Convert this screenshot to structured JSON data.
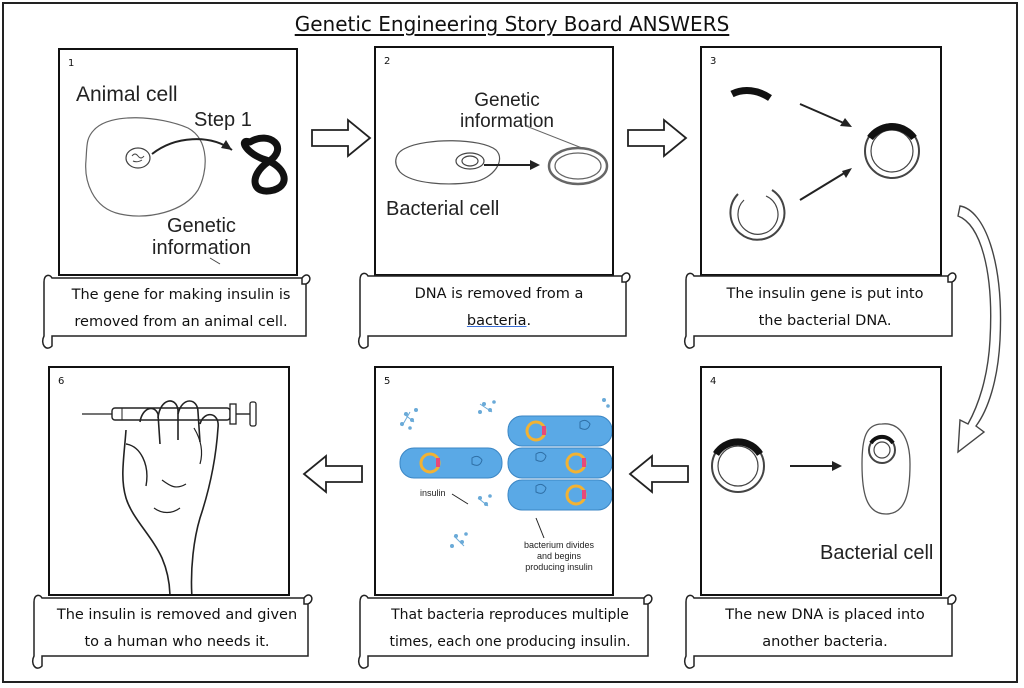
{
  "title": "Genetic Engineering Story Board ANSWERS",
  "panels": {
    "p1": {
      "number": "1",
      "labels": {
        "animal_cell": "Animal cell",
        "step": "Step 1",
        "genetic_1": "Genetic",
        "genetic_2": "information"
      },
      "caption_1": "The gene for making insulin is",
      "caption_2": "removed from an animal cell."
    },
    "p2": {
      "number": "2",
      "labels": {
        "genetic_1": "Genetic",
        "genetic_2": "information",
        "bacterial": "Bacterial cell"
      },
      "caption_1": "DNA is removed from a",
      "caption_2": "bacteria",
      "caption_2_end": "."
    },
    "p3": {
      "number": "3",
      "caption_1": "The insulin gene is put into",
      "caption_2": "the bacterial DNA."
    },
    "p4": {
      "number": "4",
      "labels": {
        "bacterial": "Bacterial cell"
      },
      "caption_1": "The new DNA is placed into",
      "caption_2": "another bacteria."
    },
    "p5": {
      "number": "5",
      "labels": {
        "insulin": "insulin",
        "divides_1": "bacterium divides",
        "divides_2": "and begins",
        "divides_3": "producing insulin"
      },
      "caption_1": "That bacteria reproduces multiple",
      "caption_2": "times, each one producing insulin."
    },
    "p6": {
      "number": "6",
      "caption_1": "The insulin is removed and given",
      "caption_2": "to a human who needs it."
    }
  },
  "colors": {
    "bacterium_fill": "#5aa9e6",
    "plasmid": "#f2b233",
    "insert": "#e8497a",
    "ink": "#111111"
  },
  "icons": [
    "hollow-arrow-right",
    "hollow-arrow-left",
    "curved-arrow-down",
    "syringe-hand"
  ]
}
